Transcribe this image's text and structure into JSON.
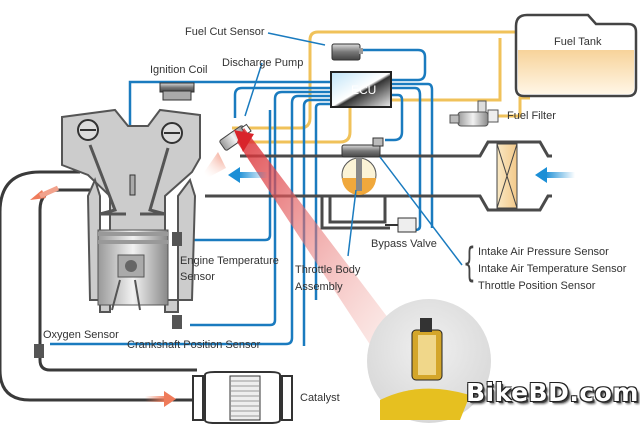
{
  "title": "Motorcycle Fuel Injection System Diagram",
  "labels": {
    "fuel_cut_sensor": "Fuel Cut Sensor",
    "ignition_coil": "Ignition Coil",
    "discharge_pump": "Discharge Pump",
    "ecu": "ECU",
    "fuel_tank": "Fuel Tank",
    "fuel_filter": "Fuel Filter",
    "bypass_valve": "Bypass Valve",
    "intake_air_pressure_sensor": "Intake Air Pressure Sensor",
    "intake_air_temperature_sensor": "Intake Air Temperature Sensor",
    "throttle_position_sensor": "Throttle Position Sensor",
    "engine_temperature_sensor_line1": "Engine Temperature",
    "engine_temperature_sensor_line2": "Sensor",
    "throttle_body_line1": "Throttle Body",
    "throttle_body_line2": "Assembly",
    "oxygen_sensor": "Oxygen Sensor",
    "crankshaft_position_sensor": "Crankshaft Position Sensor",
    "catalyst": "Catalyst"
  },
  "watermark": "BikeBD.com",
  "colors": {
    "wire": "#1a7bbf",
    "fuel_line": "#f0c25a",
    "pipe": "#4a4a4a",
    "arrow_red": "#d9242b",
    "arrow_exhaust": "#ef7b5a",
    "arrow_intake": "#1c8fd6",
    "fuel": "#f8d9a0"
  }
}
